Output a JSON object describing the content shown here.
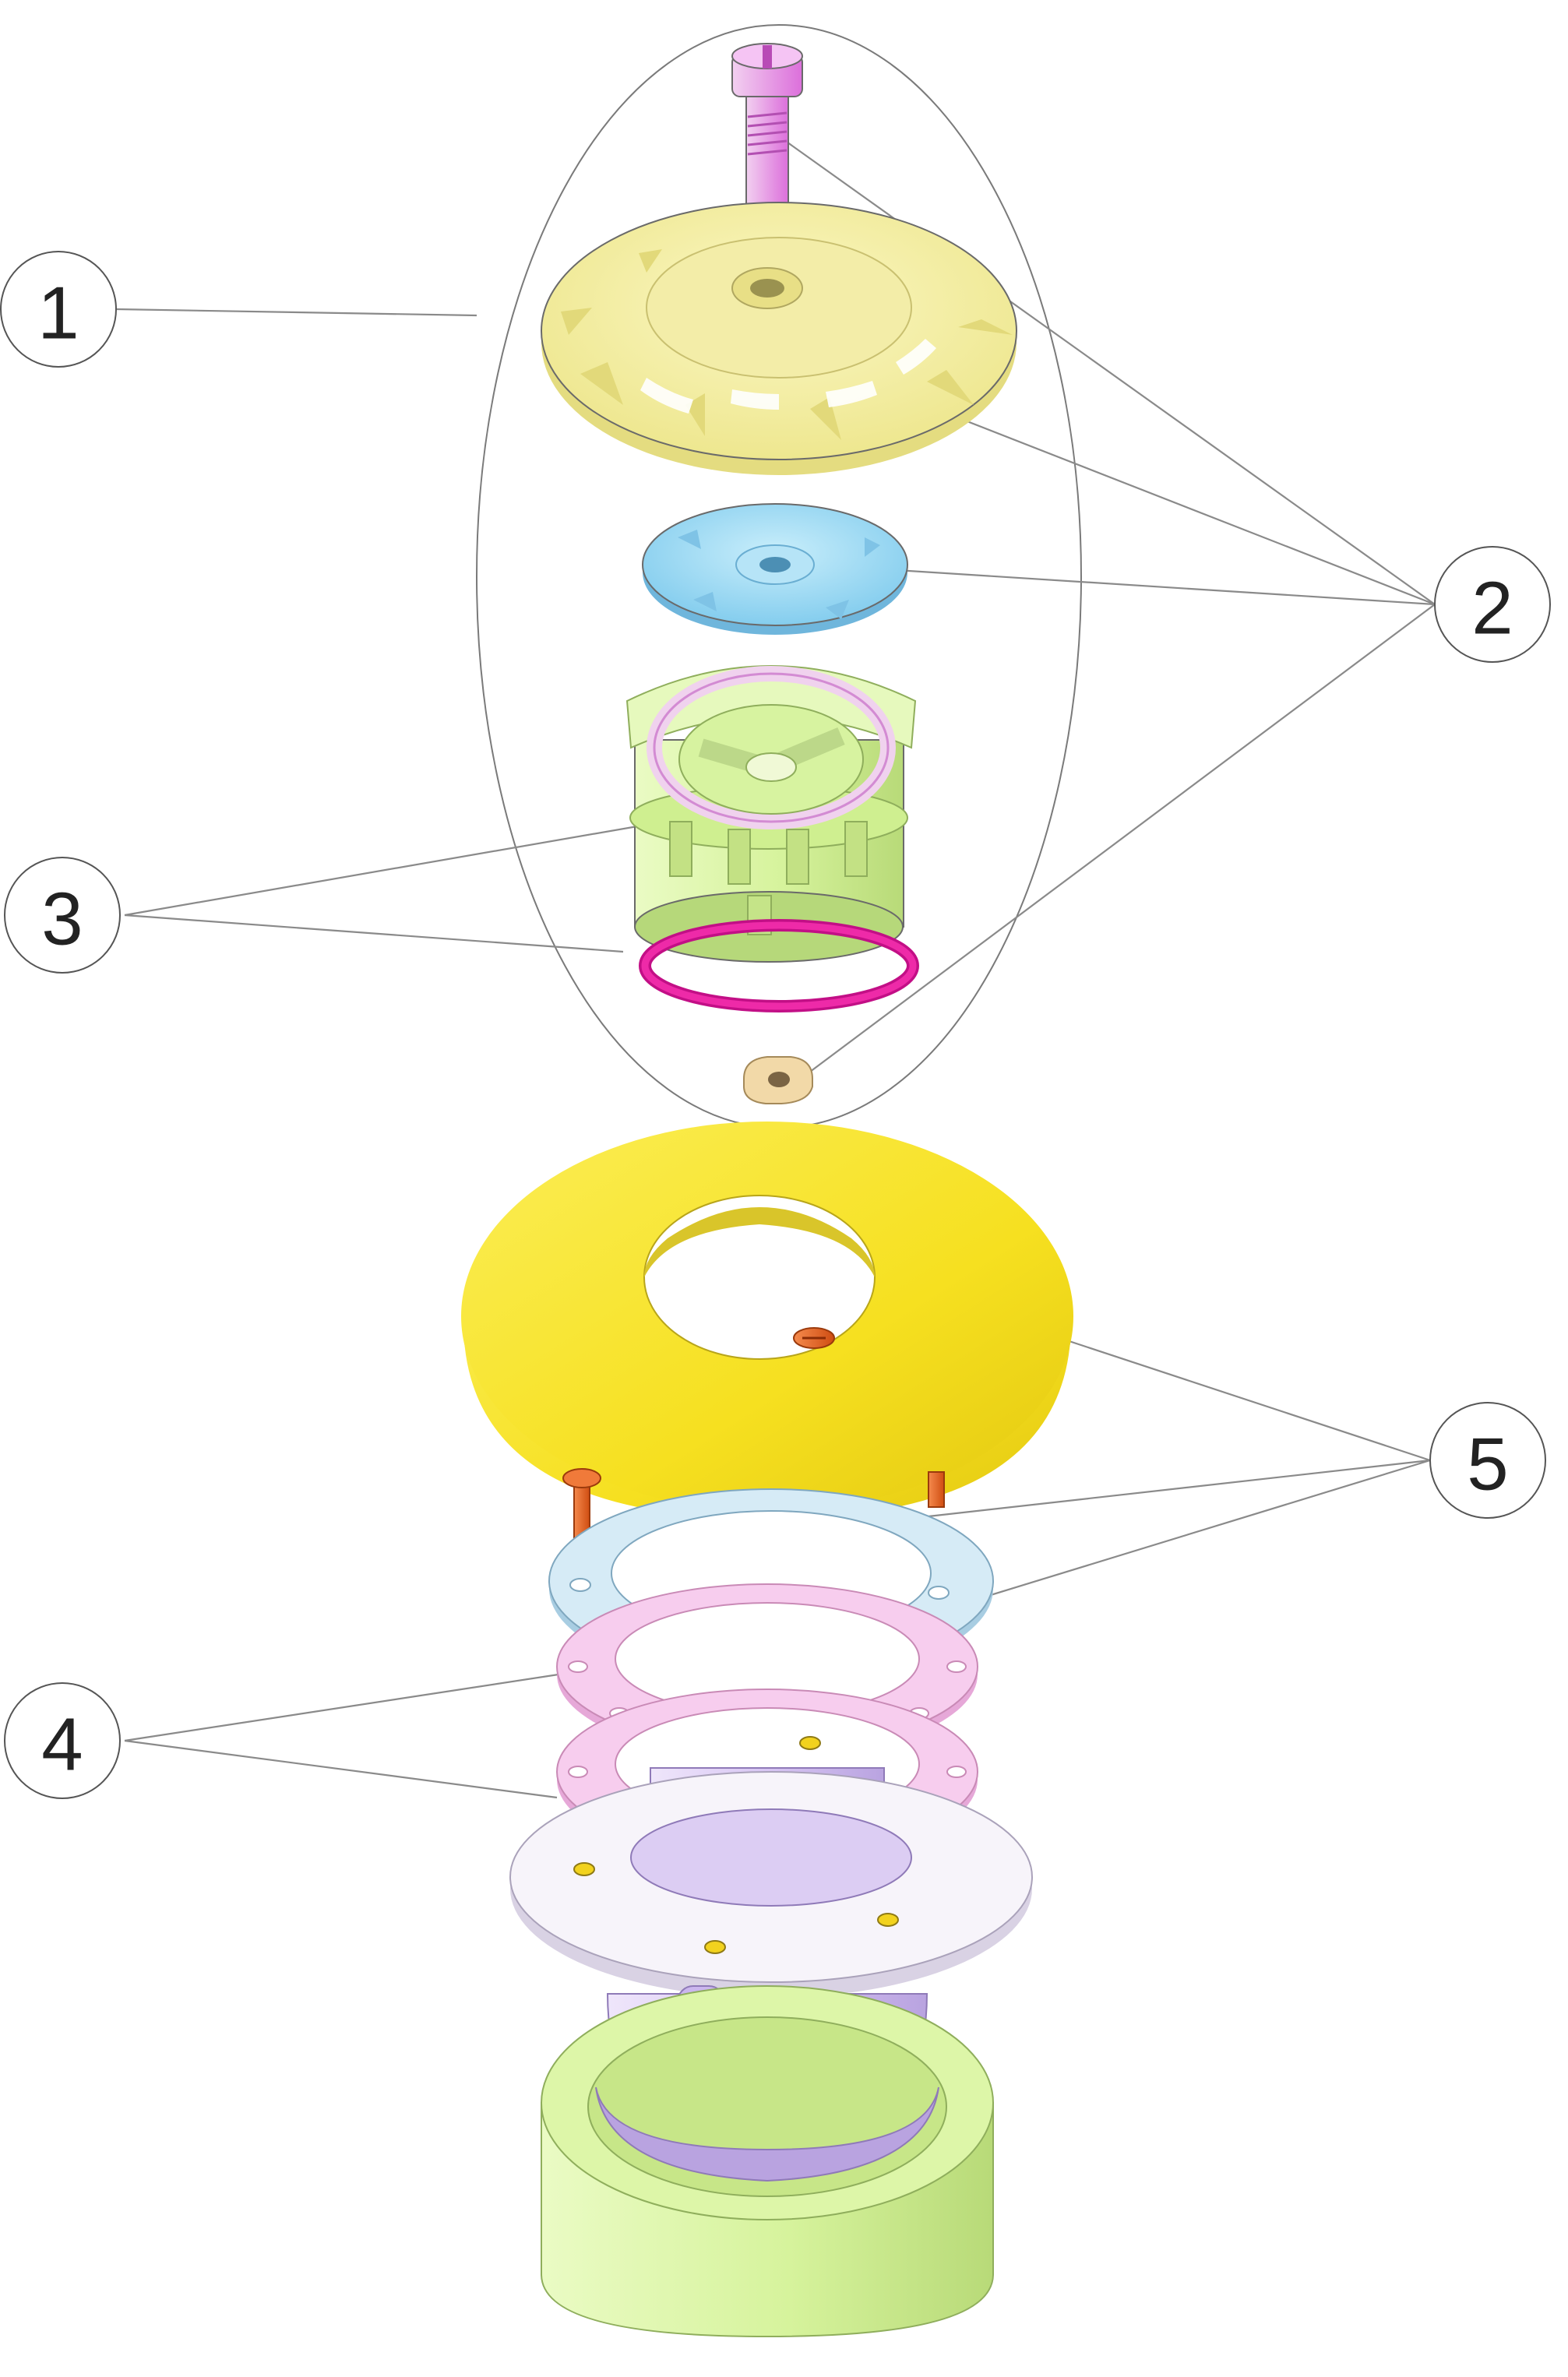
{
  "callouts": [
    {
      "id": "1",
      "label": "1"
    },
    {
      "id": "2",
      "label": "2"
    },
    {
      "id": "3",
      "label": "3"
    },
    {
      "id": "4",
      "label": "4"
    },
    {
      "id": "5",
      "label": "5"
    }
  ],
  "colors": {
    "grille_yellow": "#f5f0a2",
    "diffuser_blue": "#9ad9f2",
    "screw_pink": "#e97ae8",
    "cage_green": "#d8f49c",
    "oring_magenta": "#e6199e",
    "clip_cream": "#f3d8a8",
    "cover_yellow": "#f8e61c",
    "screw_orange": "#e8601e",
    "flange_blue": "#cfe6f3",
    "gasket_pink": "#f6c6e8",
    "flange_white": "#f6f2f8",
    "body_lavender": "#d9c6f2",
    "body_green": "#d4f09a"
  }
}
